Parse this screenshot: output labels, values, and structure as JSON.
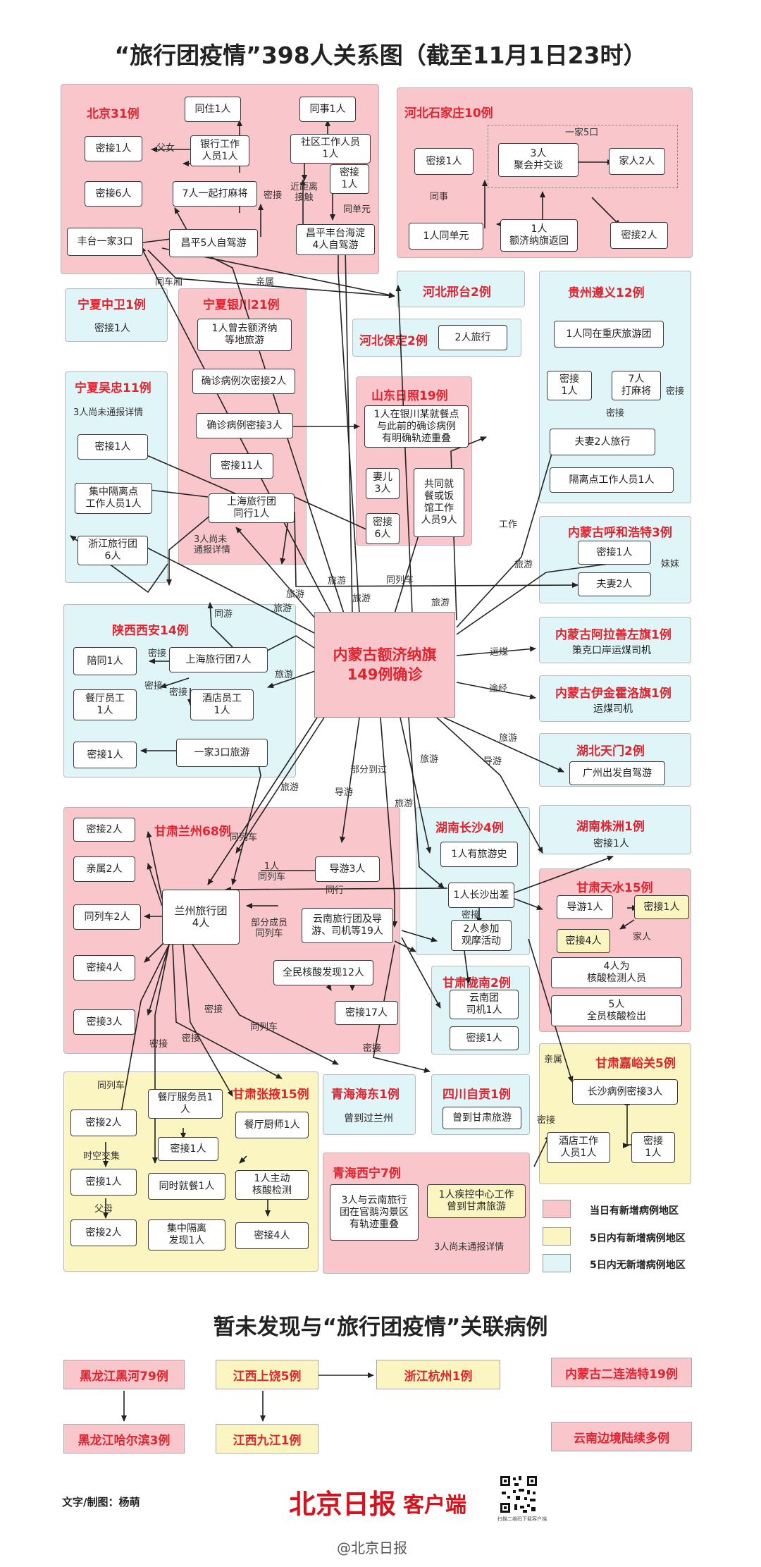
{
  "title": "“旅行团疫情”398人关系图（截至11月1日23时）",
  "subtitle": "暂未发现与“旅行团疫情”关联病例",
  "center": "内蒙古额济纳旗\n149例确诊",
  "regions": [
    {
      "id": "beijing",
      "title": "北京31例",
      "color": "red"
    },
    {
      "id": "hebei_sjz",
      "title": "河北石家庄10例",
      "color": "red"
    },
    {
      "id": "hebei_xt",
      "title": "河北邢台2例",
      "color": "cyan"
    },
    {
      "id": "hebei_bd",
      "title": "河北保定2例",
      "color": "cyan"
    },
    {
      "id": "nx_zw",
      "title": "宁夏中卫1例",
      "color": "cyan"
    },
    {
      "id": "nx_yc",
      "title": "宁夏银川21例",
      "color": "red"
    },
    {
      "id": "nx_wz",
      "title": "宁夏吴忠11例",
      "color": "cyan"
    },
    {
      "id": "sd_rz",
      "title": "山东日照19例",
      "color": "red"
    },
    {
      "id": "gz_zy",
      "title": "贵州遵义12例",
      "color": "cyan"
    },
    {
      "id": "nm_hh",
      "title": "内蒙古呼和浩特3例",
      "color": "cyan"
    },
    {
      "id": "sx_xa",
      "title": "陕西西安14例",
      "color": "cyan"
    },
    {
      "id": "nm_alz",
      "title": "内蒙古阿拉善左旗1例",
      "color": "cyan"
    },
    {
      "id": "nm_yjhl",
      "title": "内蒙古伊金霍洛旗1例",
      "color": "cyan"
    },
    {
      "id": "hb_tm",
      "title": "湖北天门2例",
      "color": "cyan"
    },
    {
      "id": "gs_lz",
      "title": "甘肃兰州68例",
      "color": "red"
    },
    {
      "id": "hn_cs",
      "title": "湖南长沙4例",
      "color": "cyan"
    },
    {
      "id": "hn_zz",
      "title": "湖南株洲1例",
      "color": "cyan"
    },
    {
      "id": "gs_ts",
      "title": "甘肃天水15例",
      "color": "red"
    },
    {
      "id": "gs_ln",
      "title": "甘肃陇南2例",
      "color": "cyan"
    },
    {
      "id": "gs_zy",
      "title": "甘肃张掖15例",
      "color": "yellow"
    },
    {
      "id": "qh_hd",
      "title": "青海海东1例",
      "color": "cyan"
    },
    {
      "id": "sc_zg",
      "title": "四川自贡1例",
      "color": "cyan"
    },
    {
      "id": "gs_jyg",
      "title": "甘肃嘉峪关5例",
      "color": "yellow"
    },
    {
      "id": "qh_xn",
      "title": "青海西宁7例",
      "color": "red"
    }
  ],
  "nodes": {
    "bj_tongzhu": "同住1人",
    "bj_tongshi": "同事1人",
    "bj_yinhang": "银行工作\n人员1人",
    "bj_shequ": "社区工作人员\n1人",
    "bj_mijie1": "密接1人",
    "bj_mijie6": "密接6人",
    "bj_majiang": "7人一起打麻将",
    "bj_mijie_b": "密接\n1人",
    "bj_fengtai": "丰台一家3口",
    "bj_changping": "昌平5人自驾游",
    "bj_cp4": "昌平丰台海淀\n4人自驾游",
    "sjz_mijie": "密接1人",
    "sjz_3ren": "3人\n聚会并交谈",
    "sjz_jiaren": "家人2人",
    "sjz_tongdan": "1人同单元",
    "sjz_fanhui": "1人\n额济纳旗返回",
    "sjz_mijie2": "密接2人",
    "bd_lvxing": "2人旅行",
    "zw_mijie": "密接1人",
    "yc_1ren": "1人曾去额济纳\n等地旅游",
    "yc_queren2": "确诊病例次密接2人",
    "yc_queren3": "确诊病例密接3人",
    "yc_mijie11": "密接11人",
    "yc_shanghai": "上海旅行团\n同行1人",
    "wz_mijie": "密接1人",
    "wz_jizhong": "集中隔离点\n工作人员1人",
    "wz_zhejiang": "浙江旅行团\n6人",
    "rz_1ren": "1人在银川某就餐点\n与此前的确诊病例\n有明确轨迹重叠",
    "rz_qier": "妻儿\n3人",
    "rz_mijie6": "密接\n6人",
    "rz_gongtong": "共同就\n餐或饭\n馆工作\n人员9人",
    "zy_1ren": "1人同在重庆旅游团",
    "zy_mijie": "密接\n1人",
    "zy_7ren": "7人\n打麻将",
    "zy_fuqi": "夫妻2人旅行",
    "zy_geli": "隔离点工作人员1人",
    "hh_mijie": "密接1人",
    "hh_fuqi": "夫妻2人",
    "xa_peitong": "陪同1人",
    "xa_shanghai": "上海旅行团7人",
    "xa_canting": "餐厅员工\n1人",
    "xa_jiudian": "酒店员工\n1人",
    "xa_mijie": "密接1人",
    "xa_yijia": "一家3口旅游",
    "alz_siji": "策克口岸运煤司机",
    "yjhl_siji": "运煤司机",
    "tm_guangzhou": "广州出发自驾游",
    "lz_mijie2": "密接2人",
    "lz_qinshu": "亲属2人",
    "lz_tonglie": "同列车2人",
    "lz_mijie4": "密接4人",
    "lz_mijie3": "密接3人",
    "lz_lvxingtuan": "兰州旅行团\n4人",
    "lz_daoyou3": "导游3人",
    "lz_yunnan": "云南旅行团及导\n游、司机等19人",
    "lz_quanyuan": "全民核酸发现12人",
    "lz_mijie17": "密接17人",
    "cs_lvyou": "1人有旅游史",
    "cs_chuchai": "1人长沙出差",
    "cs_guanyan": "2人参加\n观摩活动",
    "ts_daoyou": "导游1人",
    "ts_mijie1": "密接1人",
    "ts_mijie4": "密接4人",
    "ts_4ren": "4人为\n核酸检测人员",
    "ts_5ren": "5人\n全员核酸检出",
    "ln_siji": "云南团\n司机1人",
    "ln_mijie": "密接1人",
    "zy_mijie2": "密接2人",
    "zy_mijie1": "密接1人",
    "zy_mijie2b": "密接2人",
    "zy_fuwuyuan": "餐厅服务员1\n人",
    "zy_mijie1b": "密接1人",
    "zy_chushi": "餐厅厨师1人",
    "zy_tongshi": "同时就餐1人",
    "zy_zhudong": "1人主动\n核酸检测",
    "zy_jizhong": "集中隔离\n发现1人",
    "zy_mijie4": "密接4人",
    "hd_lanzhou": "曾到过兰州",
    "zg_gansu": "曾到甘肃旅游",
    "jyg_changsha": "长沙病例密接3人",
    "jyg_jiudian": "酒店工作\n人员1人",
    "jyg_mijie": "密接\n1人",
    "xn_3ren": "3人与云南旅行\n团在官鹅沟景区\n有轨迹重叠",
    "xn_1ren": "1人疾控中心工作\n曾到甘肃旅游"
  },
  "plain_nodes": {
    "hn_zz_txt": "密接1人"
  },
  "notes": {
    "bj_fnv": "父女",
    "bj_jjl": "近距离\n接触",
    "bj_mijie_lbl": "密接",
    "bj_tongdan": "同单元",
    "sjz_yijia": "一家5口",
    "sjz_tongshi": "同事",
    "wz_3ren": "3人尚未通报详情",
    "yc_3ren": "3人尚未\n通报详情",
    "zy_mijie_lbl": "密接",
    "zy_mijie_lbl2": "密接",
    "hh_meimei": "妹妹",
    "xa_mijie_lbl1": "密接",
    "xa_mijie_lbl2": "密接",
    "xa_mijie_lbl3": "密接",
    "xa_tongyou": "同游",
    "lz_tongliec": "同列车",
    "lz_1ren": "1人\n同列车",
    "lz_tonghang": "同行",
    "lz_bufen": "部分成员\n同列车",
    "lz_mijie_a": "密接",
    "lz_mijie_b": "密接",
    "lz_mijie_c": "密接",
    "lz_mijie_d": "密接",
    "lz_tonglieche2": "同列车",
    "zy_tonglieche": "同列车",
    "zy_shikong": "时空交集",
    "zy_fumu": "父母",
    "cs_mijie": "密接",
    "ts_jiaren": "家人",
    "jyg_qinshu": "亲属",
    "jyg_mijie_lbl": "密接",
    "xn_3weitongbao": "3人尚未通报详情",
    "e_tongcheng": "同车厢",
    "e_qinshu": "亲属",
    "e_lvyou1": "旅游",
    "e_lvyou2": "旅游",
    "e_lvyou3": "旅游",
    "e_lvyou4": "旅游",
    "e_lvyou5": "旅游",
    "e_lvyou6": "旅游",
    "e_lvyou7": "旅游",
    "e_lvyou8": "旅游",
    "e_lvyou9": "旅游",
    "e_lvyou10": "旅游",
    "e_tonglieche": "同列车",
    "e_gongzuo": "工作",
    "e_yunmei": "运煤",
    "e_tujing": "途经",
    "e_daoyou": "导游",
    "e_daoyou2": "导游",
    "e_bufen": "部分到过",
    "e_tongliechea": "同列车"
  },
  "legend": [
    {
      "color": "#f8c6cb",
      "label": "当日有新增病例地区"
    },
    {
      "color": "#fbf6c1",
      "label": "5日内有新增病例地区"
    },
    {
      "color": "#dff5f8",
      "label": "5日内无新增病例地区"
    }
  ],
  "unrelated": {
    "hlj_heihe": "黑龙江黑河79例",
    "hlj_haerbin": "黑龙江哈尔滨3例",
    "jx_shangrao": "江西上饶5例",
    "jx_jiujiang": "江西九江1例",
    "zj_hangzhou": "浙江杭州1例",
    "nm_erlian": "内蒙古二连浩特19例",
    "yn_bianjing": "云南边境陆续多例"
  },
  "credit": "文字/制图：杨萌",
  "logo": "北京日报",
  "logo_suffix": "客户端",
  "qr_caption": "扫描二维码下载客户端",
  "weibo": "@北京日报",
  "colors": {
    "red": "#f8c6cb",
    "yellow": "#fbf6c1",
    "cyan": "#dff5f8",
    "accent": "#e0242f"
  }
}
